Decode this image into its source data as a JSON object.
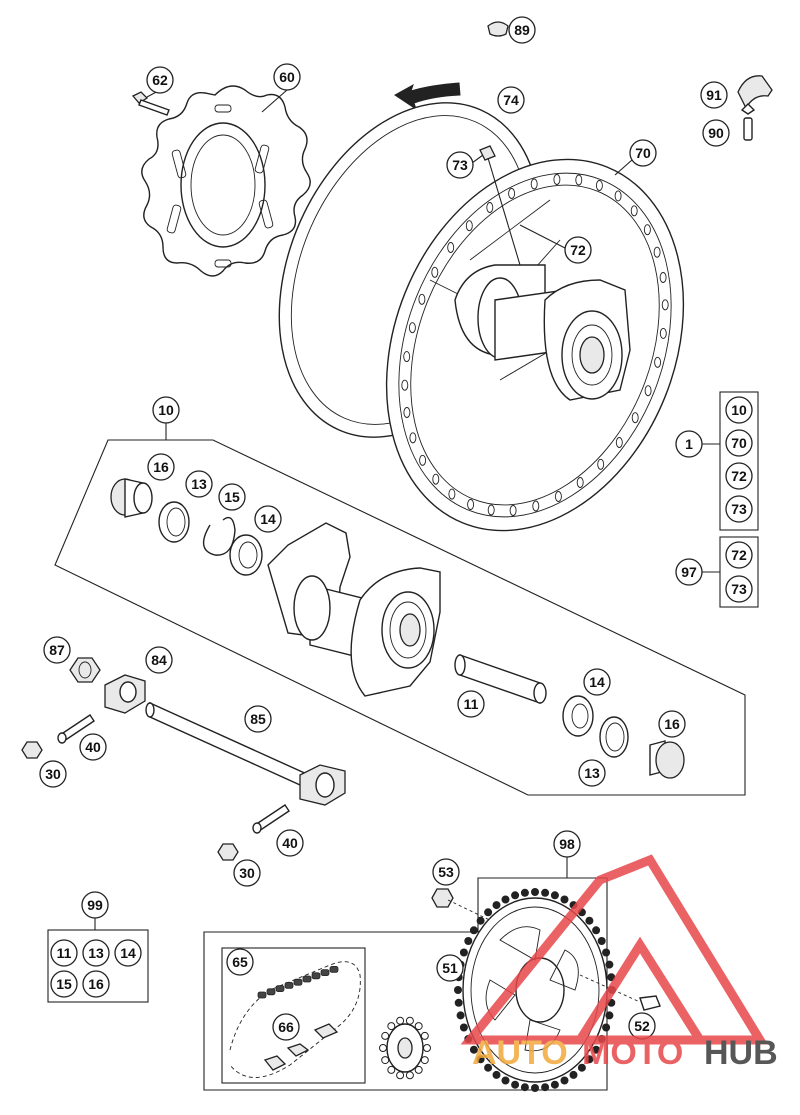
{
  "diagram": {
    "callouts": {
      "c89": "89",
      "c62": "62",
      "c60": "60",
      "c74": "74",
      "c73a": "73",
      "c70a": "70",
      "c72a": "72",
      "c91": "91",
      "c90": "90",
      "c10a": "10",
      "c16a": "16",
      "c13a": "13",
      "c15": "15",
      "c14a": "14",
      "c87": "87",
      "c84": "84",
      "c85": "85",
      "c40a": "40",
      "c30a": "30",
      "c11": "11",
      "c14b": "14",
      "c16b": "16",
      "c13b": "13",
      "c40b": "40",
      "c30b": "30",
      "c53": "53",
      "c98": "98",
      "c65": "65",
      "c51": "51",
      "c66": "66",
      "c52": "52"
    },
    "kit1": {
      "id": "1",
      "items": [
        "10",
        "70",
        "72",
        "73"
      ]
    },
    "kit97": {
      "id": "97",
      "items": [
        "72",
        "73"
      ]
    },
    "kit99": {
      "id": "99",
      "items": [
        "11",
        "13",
        "14",
        "15",
        "16"
      ]
    }
  },
  "watermark": {
    "part1": "AUTO",
    "part2": "MOTO",
    "part3": "HUB",
    "color_red": "#e8474b",
    "color_orange": "#f2a93b",
    "color_dark": "#3a3a3a"
  }
}
